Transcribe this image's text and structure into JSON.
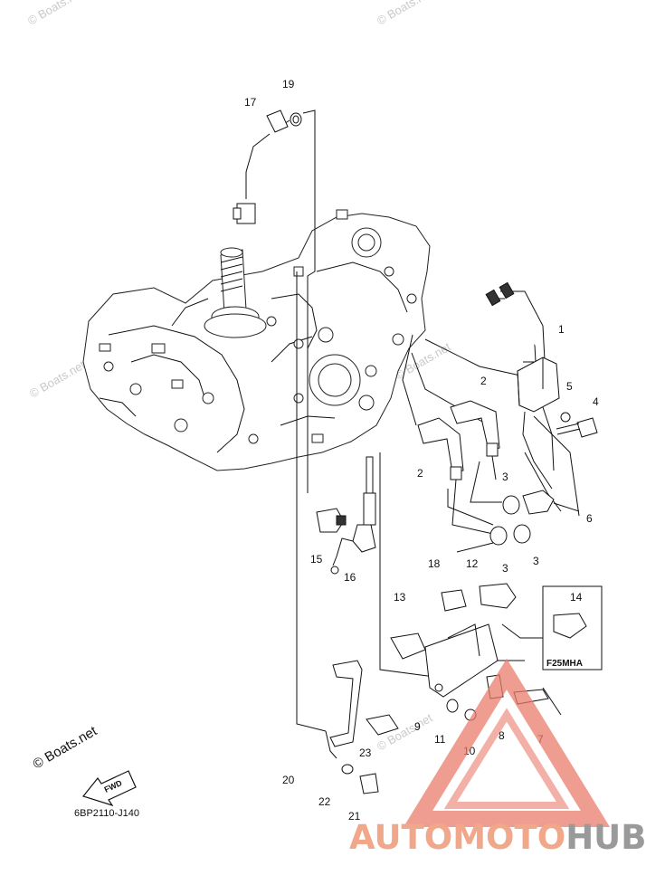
{
  "diagram_code": "6BP2110-J140",
  "copyright": "© Boats.net",
  "watermark_text": "© Boats.net",
  "fwd_label": "FWD",
  "variant_box": {
    "model": "F25MHA",
    "part_number": "14"
  },
  "brand": {
    "part1": "AUTOMOTO",
    "part2": "HUB",
    "color_primary": "#f0a78a",
    "color_secondary": "#9a9a9a"
  },
  "callouts": {
    "c1": "1",
    "c2a": "2",
    "c2b": "2",
    "c3a": "3",
    "c3b": "3",
    "c3c": "3",
    "c4": "4",
    "c5": "5",
    "c6": "6",
    "c7": "7",
    "c8": "8",
    "c9": "9",
    "c10": "10",
    "c11": "11",
    "c12": "12",
    "c13": "13",
    "c15": "15",
    "c16": "16",
    "c17": "17",
    "c18": "18",
    "c19": "19",
    "c20": "20",
    "c21": "21",
    "c22": "22",
    "c23": "23"
  }
}
